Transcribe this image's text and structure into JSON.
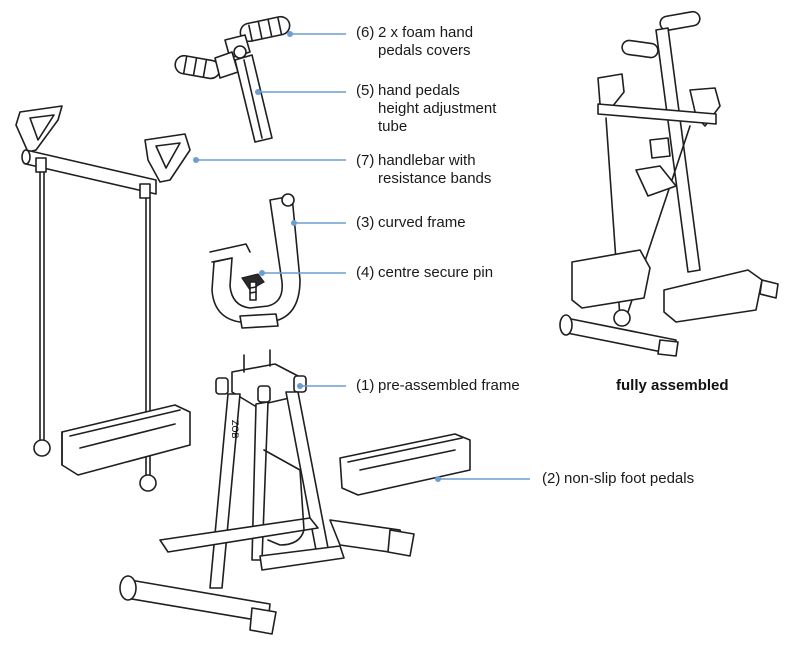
{
  "callouts": [
    {
      "num": "(6)",
      "text": "2 x foam hand\npedals covers"
    },
    {
      "num": "(5)",
      "text": "hand pedals\nheight adjustment\ntube"
    },
    {
      "num": "(7)",
      "text": "handlebar with\nresistance bands"
    },
    {
      "num": "(3)",
      "text": "curved frame"
    },
    {
      "num": "(4)",
      "text": "centre secure pin"
    },
    {
      "num": "(1)",
      "text": "pre-assembled frame"
    },
    {
      "num": "(2)",
      "text": "non-slip foot pedals"
    }
  ],
  "assembled_label": "fully assembled",
  "frame_brand_mark": "ZOB",
  "colors": {
    "callout_line": "#6a9fd0",
    "line_art": "#1f1f1f"
  }
}
